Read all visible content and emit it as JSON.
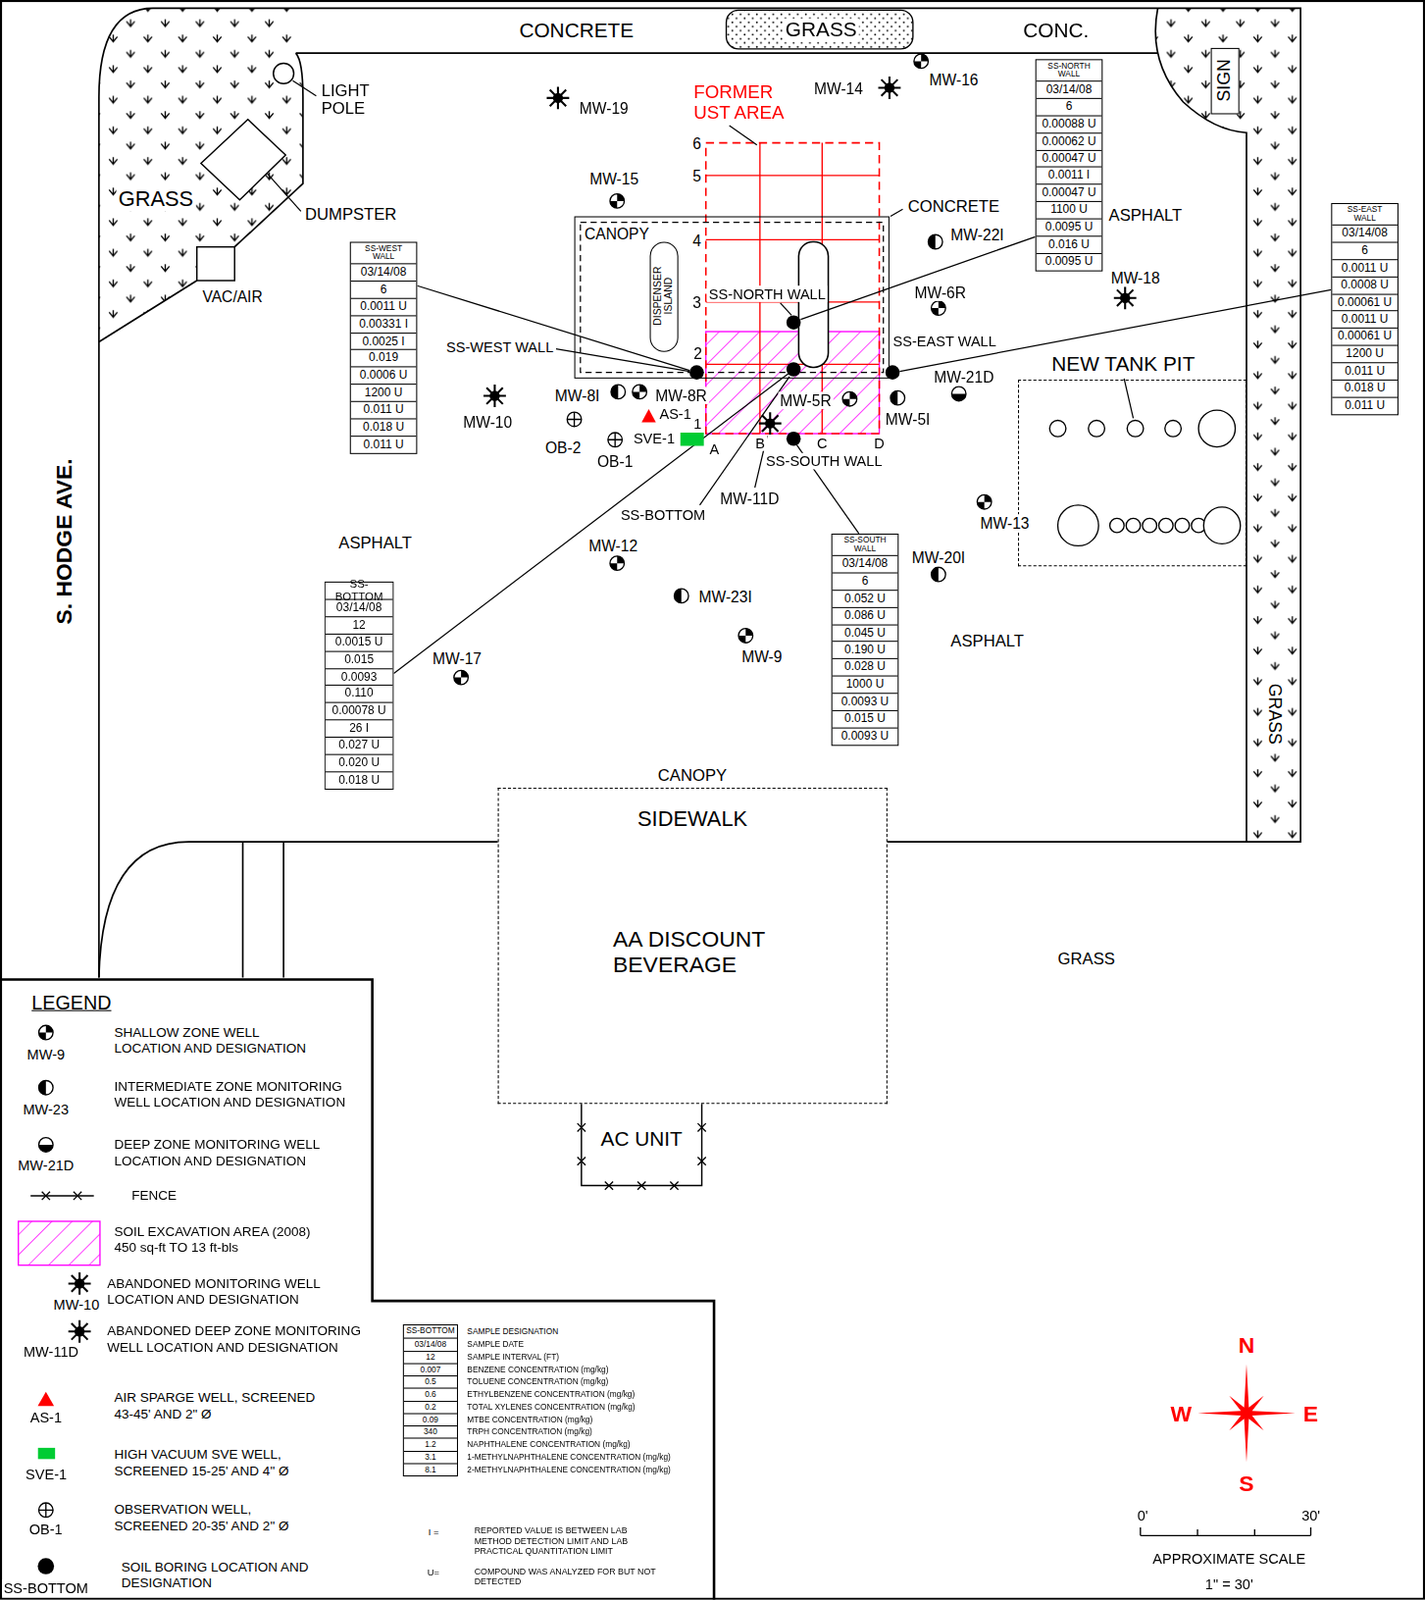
{
  "diagram": {
    "nodes": [
      {
        "text": [
          "SIGN"
        ]
      },
      {
        "text": [
          "SS-NORTH WALL",
          "03/14/08",
          "6",
          "0.00088 U",
          "0.00062 U",
          "0.00047 U",
          "0.0011 I",
          "0.00047 U",
          "1100 U",
          "0.0095 U",
          "0.016 U",
          "0.0095 U"
        ]
      },
      {
        "text": [
          "SS-EAST WALL",
          "03/14/08",
          "6",
          "0.0011 U",
          "0.0008 U",
          "0.00061 U",
          "0.0011 U",
          "0.00061 U",
          "1200 U",
          "0.011 U",
          "0.018 U",
          "0.011 U"
        ]
      },
      {
        "text": [
          "CANOPY"
        ]
      },
      {
        "text": [
          "DISPENSER ISLAND"
        ],
        "in": 3
      },
      {
        "text": [
          "SS-WEST WALL",
          "03/14/08",
          "6",
          "0.0011 U",
          "0.00331 I",
          "0.0025 I",
          "0.019",
          "0.0006 U",
          "1200 U",
          "0.011 U",
          "0.018 U",
          "0.011 U"
        ]
      },
      {
        "text": [
          "NEW TANK PIT"
        ]
      },
      {
        "text": [
          "SS-SOUTH WALL",
          "03/14/08",
          "6",
          "0.052 U",
          "0.086 U",
          "0.045 U",
          "0.190 U",
          "0.028 U",
          "1000 U",
          "0.0093 U",
          "0.015 U",
          "0.0093 U"
        ]
      },
      {
        "text": [
          "SS-BOTTOM",
          "03/14/08",
          "12",
          "0.0015 U",
          "0.015",
          "0.0093",
          "0.110",
          "0.00078 U",
          "26 I",
          "0.027 U",
          "0.020 U",
          "0.018 U"
        ]
      },
      {
        "text": [
          "CANOPY",
          "SIDEWALK",
          "AA DISCOUNT BEVERAGE"
        ]
      },
      {
        "text": [
          "AC UNIT"
        ]
      },
      {
        "text": [
          "SS-BOTTOM",
          "03/14/08",
          "12",
          "0.007",
          "0.5",
          "0.6",
          "0.2",
          "0.09",
          "340",
          "1.2",
          "3.1",
          "8.1"
        ]
      }
    ],
    "labels": [
      "CONCRETE",
      "GRASS",
      "CONC.",
      "MW-16",
      "MW-14",
      "MW-19",
      "FORMER UST AREA",
      "LIGHT POLE",
      "GRASS",
      "DUMPSTER",
      "6",
      "5",
      "MW-15",
      "CONCRETE",
      "4",
      "ASPHALT",
      "MW-22I",
      "VAC/AIR",
      "MW-18",
      "MW-6R",
      "SS-NORTH WALL",
      "3",
      "SS-WEST WALL",
      "SS-EAST WALL",
      "2",
      "MW-21D",
      "MW-8I",
      "MW-8R",
      "MW-5R",
      "MW-5I",
      "MW-10",
      "AS-1",
      "OB-2",
      "SVE-1",
      "1",
      "A",
      "B",
      "C",
      "D",
      "OB-1",
      "SS-SOUTH WALL",
      "MW-11D",
      "SS-BOTTOM",
      "MW-13",
      "ASPHALT",
      "MW-12",
      "MW-20I",
      "MW-23I",
      "S. HODGE AVE.",
      "MW-17",
      "MW-9",
      "ASPHALT",
      "GRASS",
      "GRASS",
      "LEGEND",
      "MW-9",
      "MW-23",
      "MW-21D",
      "MW-10",
      "MW-11D",
      "AS-1",
      "SVE-1",
      "OB-1",
      "SS-BOTTOM",
      "SAMPLE DESIGNATION",
      "SAMPLE DATE",
      "SAMPLE INTERVAL (FT)",
      "BENZENE CONCENTRATION (mg/kg)",
      "TOLUENE CONCENTRATION (mg/kg)",
      "ETHYLBENZENE CONCENTRATION (mg/kg)",
      "TOTAL XYLENES CONCENTRATION (mg/kg)",
      "MTBE CONCENTRATION (mg/kg)",
      "TRPH CONCENTRATION (mg/kg)",
      "NAPHTHALENE CONCENTRATION (mg/kg)",
      "1-METHYLNAPHTHALENE CONCENTRATION (mg/kg)",
      "2-METHYLNAPHTHALENE CONCENTRATION (mg/kg)",
      "I =",
      "REPORTED VALUE IS BETWEEN LAB METHOD DETECTION LIMIT AND LAB PRACTICAL QUANTITATION LIMIT",
      "U=",
      "COMPOUND WAS ANALYZED FOR BUT NOT DETECTED",
      "N",
      "W",
      "E",
      "S",
      "0'",
      "30'",
      "APPROXIMATE SCALE",
      "1\" = 30'"
    ],
    "legend": [
      {
        "text": "SHALLOW ZONE WELL LOCATION AND DESIGNATION"
      },
      {
        "text": "INTERMEDIATE ZONE MONITORING WELL LOCATION AND DESIGNATION"
      },
      {
        "text": "DEEP ZONE MONITORING WELL LOCATION AND DESIGNATION"
      },
      {
        "text": "FENCE"
      },
      {
        "text": "SOIL EXCAVATION AREA (2008) 450 sq-ft TO 13 ft-bls"
      },
      {
        "text": "ABANDONED MONITORING WELL LOCATION AND DESIGNATION"
      },
      {
        "text": "ABANDONED DEEP ZONE MONITORING WELL LOCATION AND DESIGNATION"
      },
      {
        "text": "AIR SPARGE WELL, SCREENED 43-45' AND 2\" Ø"
      },
      {
        "text": "HIGH VACUUM SVE WELL, SCREENED 15-25' AND 4\" Ø",
        "color": "#00cc33"
      },
      {
        "text": "OBSERVATION WELL, SCREENED 20-35' AND 2\" Ø"
      },
      {
        "text": "SOIL BORING LOCATION AND DESIGNATION"
      }
    ]
  }
}
